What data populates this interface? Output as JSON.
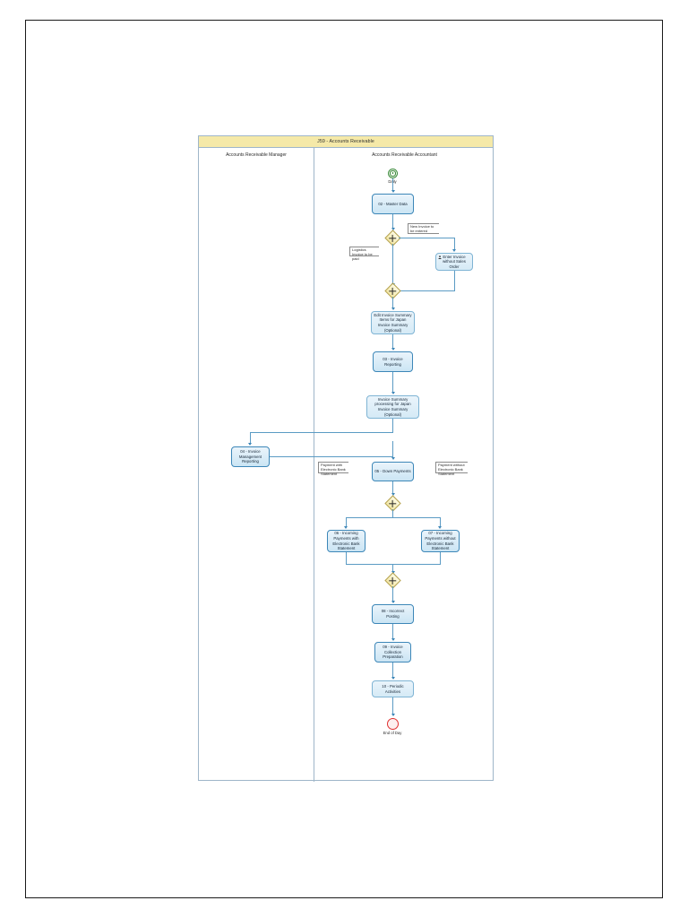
{
  "diagram": {
    "type": "bpmn-process-flow",
    "pool_title": "J59 - Accounts Receivable",
    "lanes": [
      {
        "id": "lane-manager",
        "label": "Accounts Receivable Manager"
      },
      {
        "id": "lane-accountant",
        "label": "Accounts Receivable Accountant"
      }
    ],
    "colors": {
      "pool_header": "#f5e9a8",
      "lane_border": "#9fb6c9",
      "task_fill": "#cbe5f4",
      "task_border": "#3d87b8",
      "gateway_fill": "#f2e6a4",
      "gateway_border": "#b5a14a",
      "start_event": "#3f8c3f",
      "end_event": "#e03030",
      "connector": "#5b9bc4"
    },
    "events": [
      {
        "id": "start-daily",
        "kind": "start-timer-event",
        "label": "Daily"
      },
      {
        "id": "end-of-day",
        "kind": "end-event",
        "label": "End of Day"
      }
    ],
    "gateways": [
      {
        "id": "gw-1",
        "kind": "exclusive-gateway",
        "label": ""
      },
      {
        "id": "gw-2",
        "kind": "exclusive-gateway",
        "label": ""
      },
      {
        "id": "gw-3",
        "kind": "exclusive-gateway",
        "label": ""
      },
      {
        "id": "gw-4",
        "kind": "exclusive-gateway",
        "label": ""
      }
    ],
    "tasks": [
      {
        "id": "task-02",
        "label": "02 - Master Data",
        "lane": "lane-accountant"
      },
      {
        "id": "task-enter-invoice",
        "label": "Enter Invoice without Sales Order",
        "lane": "lane-accountant",
        "marker": "user-task"
      },
      {
        "id": "task-edit-summary",
        "label": "Edit Invoice Summary Items for Japan Invoice Summary (Optional)",
        "lane": "lane-accountant"
      },
      {
        "id": "task-03",
        "label": "03 - Invoice Reporting",
        "lane": "lane-accountant"
      },
      {
        "id": "task-summary-processing",
        "label": "Invoice Summary processing for Japan Invoice Summary (Optional)",
        "lane": "lane-accountant"
      },
      {
        "id": "task-04",
        "label": "04 - Invoice Management Reporting",
        "lane": "lane-manager"
      },
      {
        "id": "task-05",
        "label": "05 - Down Payments",
        "lane": "lane-accountant"
      },
      {
        "id": "task-06",
        "label": "06 - Incoming Payments with Electronic Bank Statement",
        "lane": "lane-accountant"
      },
      {
        "id": "task-07",
        "label": "07 - Incoming Payments without Electronic Bank Statement",
        "lane": "lane-accountant"
      },
      {
        "id": "task-08",
        "label": "08 - Incorrect Posting",
        "lane": "lane-accountant"
      },
      {
        "id": "task-09",
        "label": "09 - Invoice Collection Preparation",
        "lane": "lane-accountant"
      },
      {
        "id": "task-10",
        "label": "10 - Periodic Activities",
        "lane": "lane-accountant"
      }
    ],
    "annotations": [
      {
        "id": "ann-new-invoice",
        "text": "New Invoice to be entered"
      },
      {
        "id": "ann-logistics-invoice",
        "text": "Logistics Invoice to be paid"
      },
      {
        "id": "ann-payment-with-ebs",
        "text": "Payment with Electronic Bank Statement"
      },
      {
        "id": "ann-payment-without-ebs",
        "text": "Payment without Electronic Bank Statement"
      }
    ]
  }
}
